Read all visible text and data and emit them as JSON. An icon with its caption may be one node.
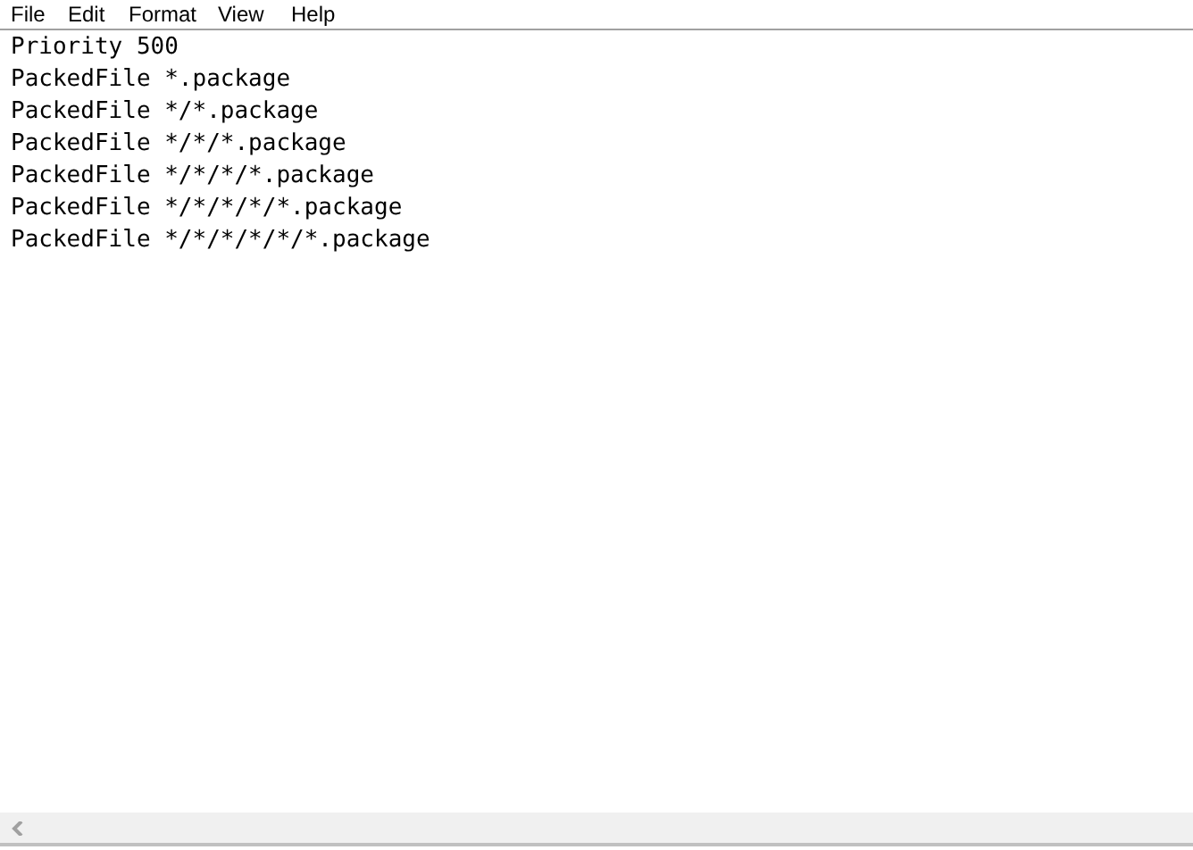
{
  "diagram": {
    "labels": [
      "File",
      "Edit",
      "Format",
      "View",
      "Help",
      "Priority 500",
      "PackedFile *.package",
      "PackedFile */*.package",
      "PackedFile */*/*.package",
      "PackedFile */*/*/*.package",
      "PackedFile */*/*/*/*.package",
      "PackedFile */*/*/*/*/*.package"
    ]
  }
}
